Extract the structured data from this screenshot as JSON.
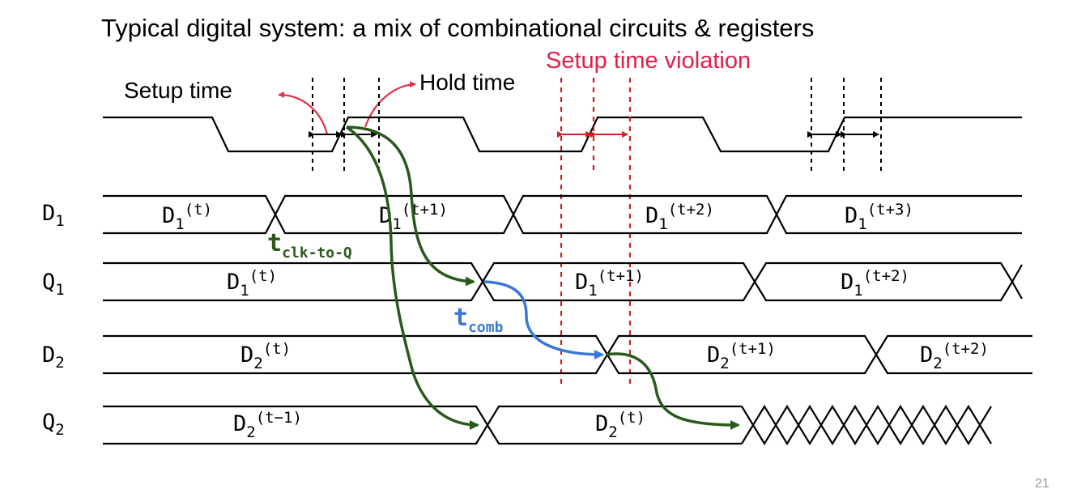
{
  "title": "Typical digital system: a mix of combinational circuits & registers",
  "violation_label": "Setup time violation",
  "setup_time_label": "Setup time",
  "hold_time_label": "Hold time",
  "signals": [
    {
      "id": "D1",
      "base": "D",
      "sub": "1"
    },
    {
      "id": "Q1",
      "base": "Q",
      "sub": "1"
    },
    {
      "id": "D2",
      "base": "D",
      "sub": "2"
    },
    {
      "id": "Q2",
      "base": "Q",
      "sub": "2"
    }
  ],
  "values": {
    "d1": [
      {
        "base": "D",
        "sub": "1",
        "sup": "(t)"
      },
      {
        "base": "D",
        "sub": "1",
        "sup": "(t+1)"
      },
      {
        "base": "D",
        "sub": "1",
        "sup": "(t+2)"
      },
      {
        "base": "D",
        "sub": "1",
        "sup": "(t+3)"
      }
    ],
    "q1": [
      {
        "base": "D",
        "sub": "1",
        "sup": "(t)"
      },
      {
        "base": "D",
        "sub": "1",
        "sup": "(t+1)"
      },
      {
        "base": "D",
        "sub": "1",
        "sup": "(t+2)"
      }
    ],
    "d2": [
      {
        "base": "D",
        "sub": "2",
        "sup": "(t)"
      },
      {
        "base": "D",
        "sub": "2",
        "sup": "(t+1)"
      },
      {
        "base": "D",
        "sub": "2",
        "sup": "(t+2)"
      }
    ],
    "q2": [
      {
        "base": "D",
        "sub": "2",
        "sup": "(t−1)"
      },
      {
        "base": "D",
        "sub": "2",
        "sup": "(t)"
      }
    ]
  },
  "delays": {
    "clk_to_q": {
      "base": "t",
      "sub": "clk-to-Q"
    },
    "comb": {
      "base": "t",
      "sub": "comb"
    }
  },
  "page_number": "21",
  "colors": {
    "violation": "#e0204a",
    "arrow_green": "#2a5a1a",
    "arrow_blue": "#3a78d8",
    "hint_red": "#e0304a",
    "dashed_red": "#cc2222"
  }
}
